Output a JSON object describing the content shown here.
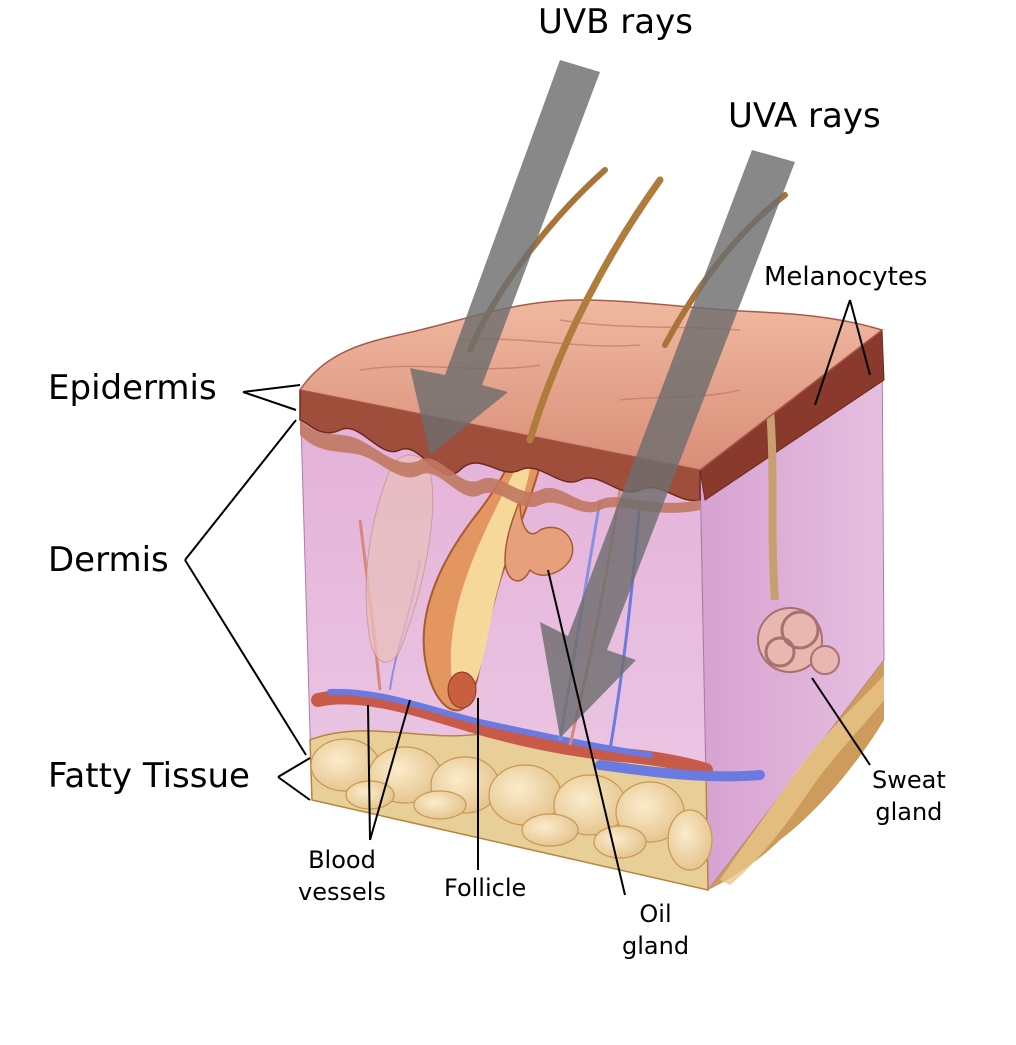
{
  "labels": {
    "uvb": "UVB rays",
    "uva": "UVA rays",
    "melanocytes": "Melanocytes",
    "epidermis": "Epidermis",
    "dermis": "Dermis",
    "fatty_tissue": "Fatty Tissue",
    "sweat_gland": [
      "Sweat",
      "gland"
    ],
    "blood_vessels": [
      "Blood",
      "vessels"
    ],
    "follicle": "Follicle",
    "oil_gland": [
      "Oil",
      "gland"
    ]
  },
  "colors": {
    "top_surface": "#e8a890",
    "epidermis_band": "#9c4a3a",
    "dermis_tissue": "#e9bfe2",
    "right_face": "#d9a8d4",
    "fat": "#f0dcaa",
    "fat_dark": "#c8904a",
    "artery": "#c85a4a",
    "vein": "#6a7ae0",
    "hair": "#a8743a",
    "ray_arrow": "#6e6e6e"
  },
  "icons": [
    "skin-cross-section-illustration",
    "uv-arrow-icon"
  ]
}
